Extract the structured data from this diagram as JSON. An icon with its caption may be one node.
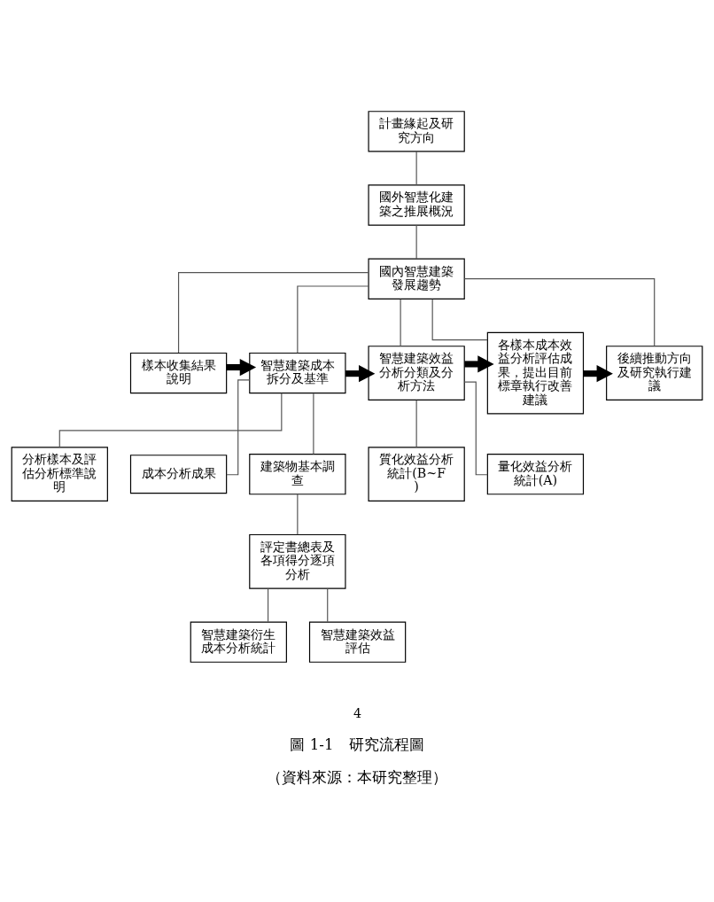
{
  "diagram": {
    "title": "圖 1-1　研究流程圖",
    "caption": "（資料來源：本研究整理）",
    "nodes": [
      {
        "text": [
          "計畫緣起及研究方向"
        ]
      },
      {
        "text": [
          "國外智慧化建築之推展概況"
        ]
      },
      {
        "text": [
          "國內智慧建築發展趨勢"
        ]
      },
      {
        "text": [
          "樣本收集結果說明"
        ]
      },
      {
        "text": [
          "智慧建築成本拆分及基準"
        ]
      },
      {
        "text": [
          "智慧建築效益分析分類及分析方法"
        ]
      },
      {
        "text": [
          "各樣本成本效益分析評估成果，提出目前標章執行改善建議"
        ]
      },
      {
        "text": [
          "後續推動方向及研究執行建議"
        ]
      },
      {
        "text": [
          "分析樣本及評估分析標準說明"
        ]
      },
      {
        "text": [
          "成本分析成果"
        ]
      },
      {
        "text": [
          "建築物基本調查"
        ]
      },
      {
        "text": [
          "質化效益分析統計(B~F)"
        ]
      },
      {
        "text": [
          "量化效益分析統計(A)"
        ]
      },
      {
        "text": [
          "評定書總表及各項得分逐項分析"
        ]
      },
      {
        "text": [
          "智慧建築衍生成本分析統計"
        ]
      },
      {
        "text": [
          "智慧建築效益評估"
        ]
      }
    ],
    "edges": [
      {
        "from": 0,
        "to": 1,
        "arrow": "none"
      },
      {
        "from": 1,
        "to": 2,
        "arrow": "none"
      },
      {
        "from": 2,
        "to": 3,
        "arrow": "none"
      },
      {
        "from": 2,
        "to": 4,
        "arrow": "none"
      },
      {
        "from": 2,
        "to": 5,
        "arrow": "none"
      },
      {
        "from": 2,
        "to": 6,
        "arrow": "none"
      },
      {
        "from": 2,
        "to": 7,
        "arrow": "none"
      },
      {
        "from": 3,
        "to": 4,
        "arrow": "to",
        "style": "thick"
      },
      {
        "from": 4,
        "to": 5,
        "arrow": "to",
        "style": "thick"
      },
      {
        "from": 5,
        "to": 6,
        "arrow": "to",
        "style": "thick"
      },
      {
        "from": 6,
        "to": 7,
        "arrow": "to",
        "style": "thick"
      },
      {
        "from": 4,
        "to": 8,
        "arrow": "none"
      },
      {
        "from": 4,
        "to": 9,
        "arrow": "none"
      },
      {
        "from": 4,
        "to": 10,
        "arrow": "none"
      },
      {
        "from": 5,
        "to": 11,
        "arrow": "none"
      },
      {
        "from": 5,
        "to": 12,
        "arrow": "none"
      },
      {
        "from": 10,
        "to": 13,
        "arrow": "none"
      },
      {
        "from": 13,
        "to": 14,
        "arrow": "none"
      },
      {
        "from": 13,
        "to": 15,
        "arrow": "none"
      }
    ],
    "labels": [
      "4"
    ]
  }
}
